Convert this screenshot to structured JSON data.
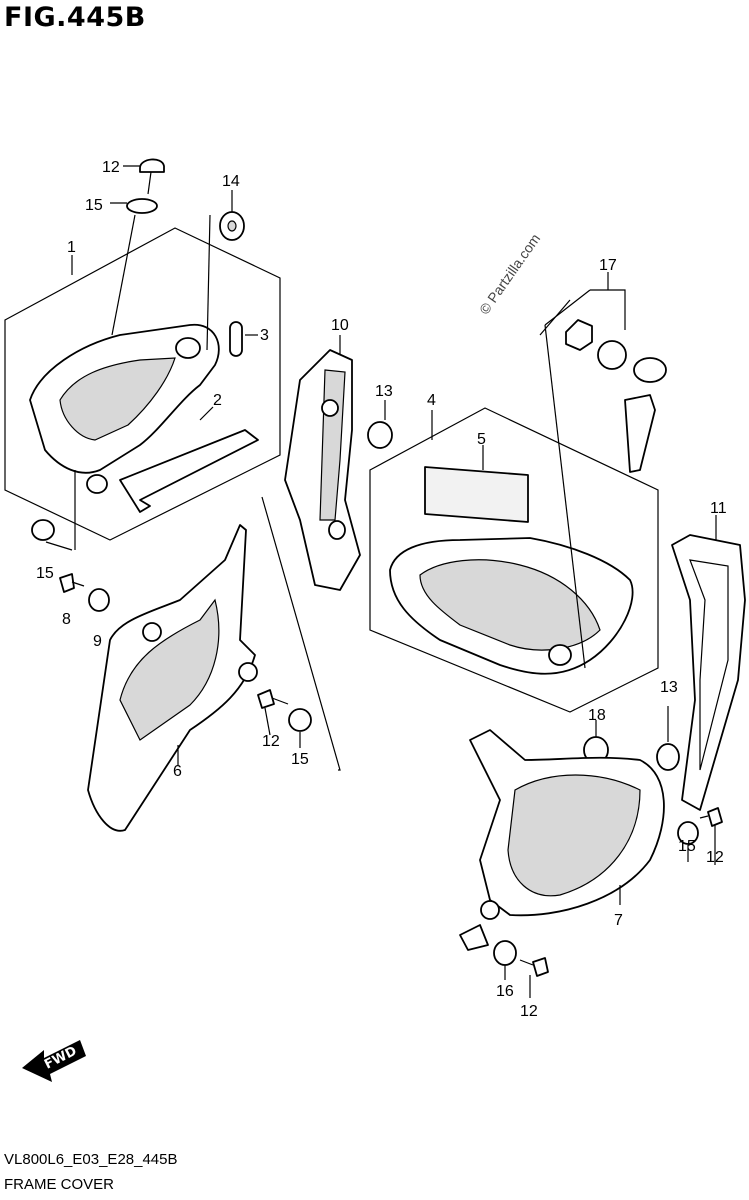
{
  "figure": {
    "title": "FIG.445B",
    "code": "VL800L6_E03_E28_445B",
    "name": "FRAME COVER",
    "watermark": "© Partzilla.com",
    "fwd_label": "FWD"
  },
  "callouts": {
    "c1": "1",
    "c2": "2",
    "c3": "3",
    "c4": "4",
    "c5": "5",
    "c6": "6",
    "c7": "7",
    "c8": "8",
    "c9": "9",
    "c10": "10",
    "c11": "11",
    "c12a": "12",
    "c12b": "12",
    "c12c": "12",
    "c12d": "12",
    "c13a": "13",
    "c13b": "13",
    "c14": "14",
    "c15a": "15",
    "c15b": "15",
    "c15c": "15",
    "c15d": "15",
    "c16": "16",
    "c17": "17",
    "c18": "18"
  }
}
